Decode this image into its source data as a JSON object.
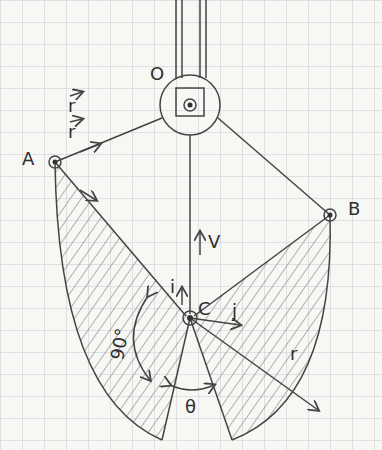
{
  "diagram": {
    "labels": [
      "O",
      "A",
      "B",
      "C",
      "V",
      "90°",
      "θ",
      "r",
      "r",
      "i",
      "j",
      "r"
    ]
  }
}
